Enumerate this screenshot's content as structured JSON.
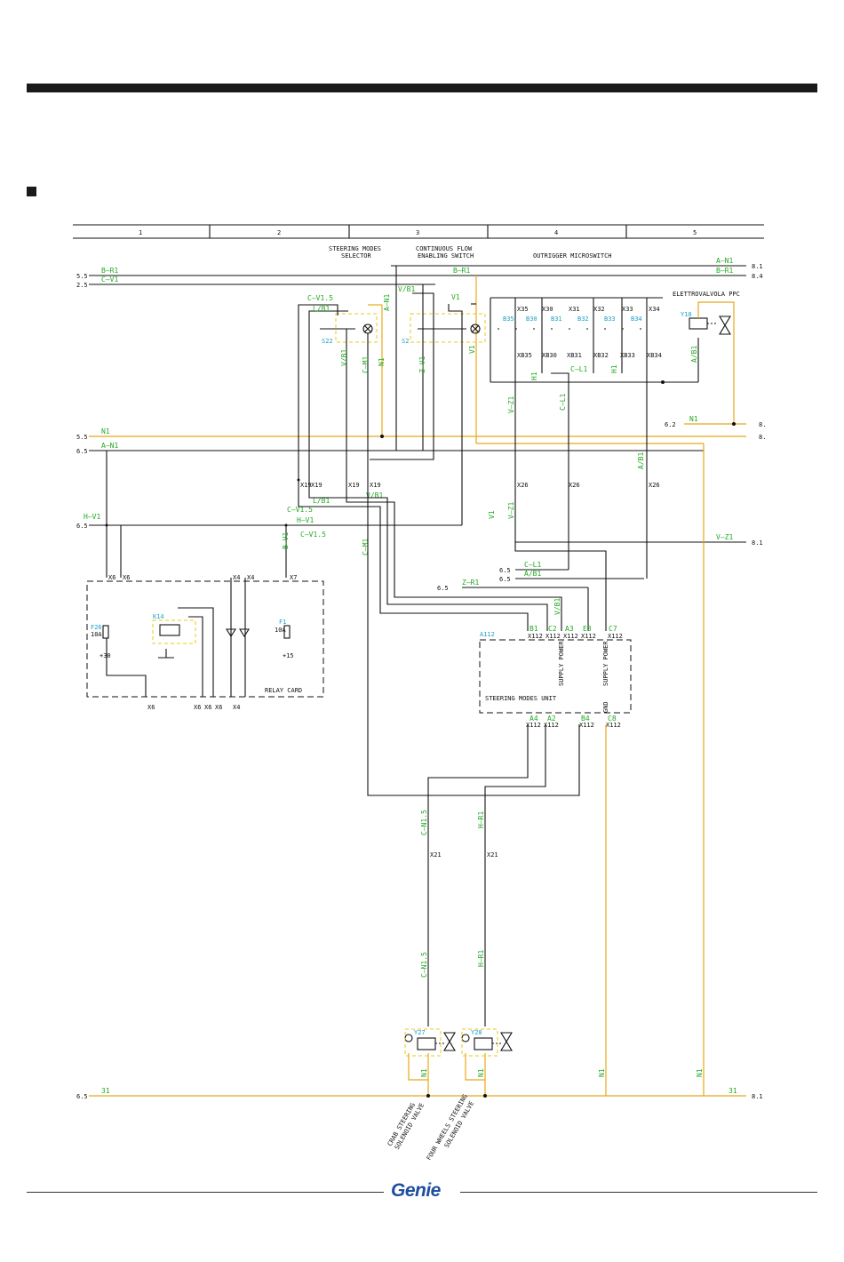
{
  "header": {
    "bullet": ""
  },
  "grid": {
    "columns": [
      "1",
      "2",
      "3",
      "4",
      "5"
    ]
  },
  "titles": {
    "selector_1": "STEERING MODES",
    "selector_2": "SELECTOR",
    "flow_1": "CONTINUOUS FLOW",
    "flow_2": "ENABLING SWITCH",
    "outrigger": "OUTRIGGER MICROSWITCH",
    "elettro": "ELETTROVALVOLA PPC",
    "relay_card": "RELAY CARD",
    "smu": "STEERING MODES UNIT",
    "smu_id": "A112",
    "supply1": "SUPPLY POWER",
    "supply2": "SUPPLY POWER",
    "gnd": "GND",
    "crab_1": "CRAB STEERING",
    "crab_2": "SOLENOID VALVE",
    "four_1": "FOUR WHEELS STEERING",
    "four_2": "SOLENOID VALVE"
  },
  "refs": {
    "l55a": "5.5",
    "l25": "2.5",
    "l55b": "5.5",
    "l65a": "6.5",
    "l65b": "6.5",
    "l62": "6.2",
    "l65c": "6.5",
    "l65d": "6.5",
    "l65e": "6.5",
    "l65f": "6.5",
    "r81a": "8.1",
    "r84": "8.4",
    "r8a": "8.",
    "r8b": "8.",
    "r81b": "8.1",
    "r81c": "8.1"
  },
  "wires": {
    "br1": "B–R1",
    "cv1": "C–V1",
    "br1b": "B–R1",
    "an1r": "A–N1",
    "br1r": "B–R1",
    "n1": "N1",
    "an1": "A–N1",
    "hv1": "H–V1",
    "hv1b": "H–V1",
    "n1r": "N1",
    "vz1": "V–Z1",
    "cl1": "C–L1",
    "ab1": "A/B1",
    "zr1": "Z–R1",
    "w31l": "31",
    "w31r": "31",
    "cm1": "C–M1",
    "vb1": "V/B1",
    "an1v": "A–N1",
    "n1v": "N1",
    "cm1b": "C–M1",
    "zv1": "Z–V1",
    "v1": "V1",
    "h1": "H1",
    "cl1v": "C–L1",
    "vz1v": "V–Z1",
    "vz1v2": "V–Z1",
    "ab1v": "A/B1",
    "v1v": "V1",
    "vb1v": "V/B1",
    "cn15a": "C–N1.5",
    "hr1a": "H–R1",
    "cn15b": "C–N1.5",
    "hr1b": "H–R1",
    "n1a": "N1",
    "n1b": "N1",
    "n1c": "N1",
    "n1d": "N1",
    "bv1": "B–V1",
    "cv15": "C–V1.5",
    "lb1": "L/B1",
    "vb1c": "V/B1",
    "cv15b": "C–V1.5",
    "lb1b": "L/B1",
    "cv15c": "C–V1.5",
    "ab1c": "A/B1"
  },
  "components": {
    "s22": "S22",
    "s2": "S2",
    "v1sw": "V1",
    "y10": "Y10",
    "y27": "Y27",
    "y28": "Y28",
    "f26": "F26",
    "f26a": "10A",
    "f26v": "+30",
    "f1": "F1",
    "f1a": "10A",
    "f1v": "+15",
    "k14": "K14",
    "b35": "B35",
    "b30": "B30",
    "b31": "B31",
    "b32": "B32",
    "b33": "B33",
    "b34": "B34"
  },
  "connectors": {
    "x35": "X35",
    "x30": "X30",
    "x31": "X31",
    "x32": "X32",
    "x33": "X33",
    "x34": "X34",
    "xb35": "XB35",
    "xb30": "XB30",
    "xb31": "XB31",
    "xb32": "XB32",
    "xb33": "XB33",
    "xb34": "XB34",
    "x19a": "X19",
    "x19b": "X19",
    "x19c": "X19",
    "x19d": "X19",
    "x26a": "X26",
    "x26b": "X26",
    "x26c": "X26",
    "x6a": "X6",
    "x6b": "X6",
    "x4a": "X4",
    "x4b": "X4",
    "x7": "X7",
    "x6c": "X6",
    "x6d": "X6",
    "x6e": "X6",
    "x6f": "X6",
    "x4c": "X4",
    "x112a": "X112",
    "x112b": "X112",
    "x112c": "X112",
    "x112d": "X112",
    "x112e": "X112",
    "x112f": "X112",
    "x112g": "X112",
    "x112h": "X112",
    "x112i": "X112",
    "x21a": "X21",
    "x21b": "X21",
    "pb1": "B1",
    "pc2": "C2",
    "pa3": "A3",
    "pe3": "E3",
    "pc7": "C7",
    "pa4": "A4",
    "pa2": "A2",
    "pb4": "B4",
    "pc8": "C8"
  },
  "brand": {
    "logo": "Genie",
    "logo_color": "#1f4e9e"
  },
  "colors": {
    "wire_black": "#111111",
    "wire_orange": "#e8a818",
    "label_green": "#22aa22",
    "label_cyan": "#1aa0c8"
  }
}
